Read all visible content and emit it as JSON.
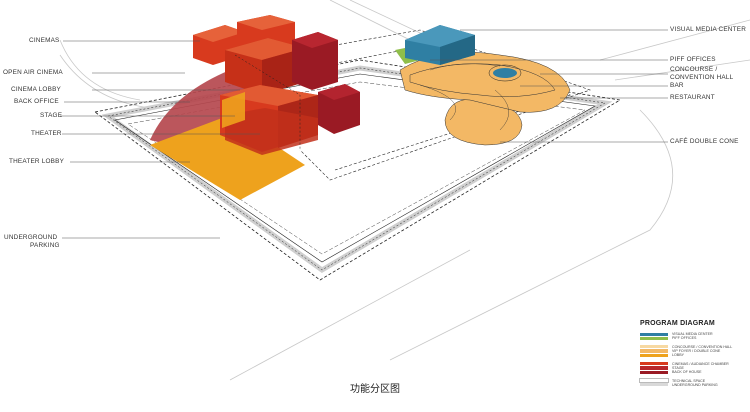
{
  "labels_left": {
    "cinemas": "CINEMAS",
    "open_air_cinema": "OPEN AIR CINEMA",
    "cinema_lobby": "CINEMA LOBBY",
    "back_office": "BACK OFFICE",
    "stage": "STAGE",
    "theater": "THEATER",
    "theater_lobby": "THEATER LOBBY",
    "underground_parking_1": "UNDERGROUND",
    "underground_parking_2": "PARKING"
  },
  "labels_right": {
    "visual_media_center": "VISUAL MEDIA CENTER",
    "piff_offices": "PIFF OFFICES",
    "concourse_1": "CONCOURSE /",
    "concourse_2": "CONVENTION HALL",
    "bar": "BAR",
    "restaurant": "RESTAURANT",
    "cafe_double_cone": "CAFÉ DOUBLE CONE"
  },
  "legend": {
    "title": "PROGRAM DIAGRAM",
    "groups": [
      {
        "items": [
          {
            "color": "#2f7fa3",
            "text": "VISUAL MEDIA CENTER"
          },
          {
            "color": "#8fbe4a",
            "text": "PIFF OFFICES"
          }
        ]
      },
      {
        "items": [
          {
            "color": "#f7d9a2",
            "text": "CONCOURSE / CONVENTION HALL"
          },
          {
            "color": "#f3b865",
            "text": "VIP FOYER / DOUBLE CONE"
          },
          {
            "color": "#eea21d",
            "text": "LOBBY"
          }
        ]
      },
      {
        "items": [
          {
            "color": "#d83a1e",
            "text": "CINEMAS / AUDIANCE CHAMBER"
          },
          {
            "color": "#b8272b",
            "text": "STAGE"
          },
          {
            "color": "#9a1a24",
            "text": "BACK OF HOUSE"
          }
        ]
      },
      {
        "items": [
          {
            "color": "#ffffff",
            "text": "TECHNICAL SPACE"
          },
          {
            "color": "#d9d9d9",
            "text": "UNDERGROUND PARKING"
          }
        ]
      }
    ]
  },
  "caption": "功能分区图",
  "colors": {
    "cinema_red": "#d83a1e",
    "cinema_top": "#e25a33",
    "dark_red": "#9a1a24",
    "open_air": "#b5484e",
    "lobby_orange": "#eea21d",
    "concourse": "#f3b865",
    "blue": "#2f7fa3",
    "green": "#8fbe4a",
    "parking_grey": "#d9d9d9"
  }
}
